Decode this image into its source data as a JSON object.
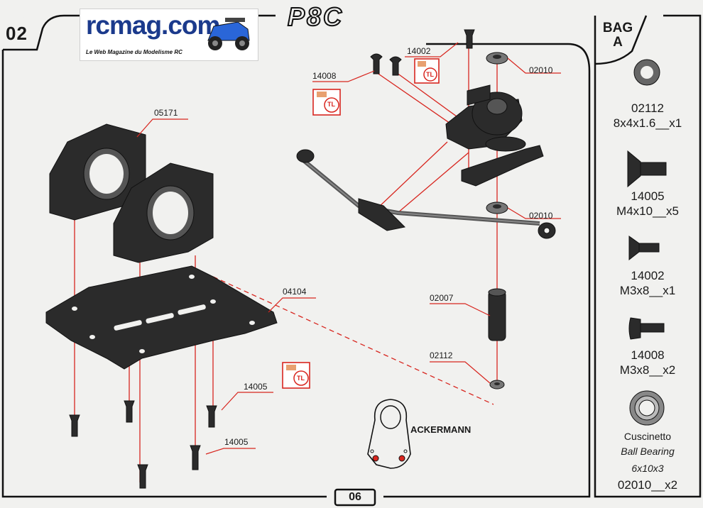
{
  "logo": {
    "brand": "rcmag.com",
    "tagline": "Le Web Magazine du Modelisme RC"
  },
  "header": {
    "step": "02",
    "model": "P8C",
    "page": "06"
  },
  "bag": {
    "line1": "BAG",
    "line2": "A"
  },
  "parts_list": [
    {
      "code": "02112",
      "spec": "8x4x1.6__x1",
      "icon": "washer-icon"
    },
    {
      "code": "14005",
      "spec": "M4x10__x5",
      "icon": "countersunk-screw-icon"
    },
    {
      "code": "14002",
      "spec": "M3x8__x1",
      "icon": "countersunk-screw-icon"
    },
    {
      "code": "14008",
      "spec": "M3x8__x2",
      "icon": "button-head-screw-icon"
    }
  ],
  "bearing": {
    "name_it": "Cuscinetto",
    "name_en": "Ball Bearing",
    "size": "6x10x3",
    "spec": "02010__x2"
  },
  "callouts": {
    "c05171": "05171",
    "c04104": "04104",
    "c14005a": "14005",
    "c14005b": "14005",
    "c14008": "14008",
    "c14002": "14002",
    "c02010a": "02010",
    "c02010b": "02010",
    "c02007": "02007",
    "c02112": "02112"
  },
  "threadlock_label": "TL",
  "ackermann": "ACKERMANN",
  "colors": {
    "accent": "#d8261f",
    "part": "#2b2b2b",
    "frame": "#111111",
    "background": "#f1f1ef"
  }
}
